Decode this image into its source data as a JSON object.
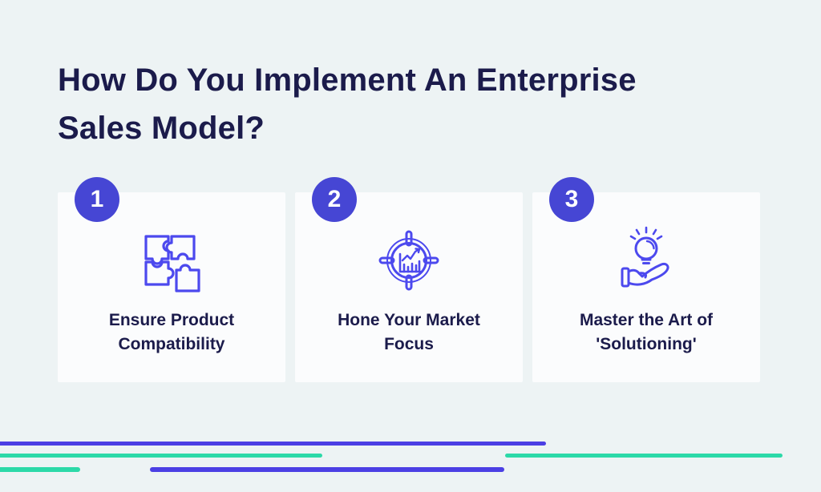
{
  "title": {
    "text": "How Do You Implement An Enterprise Sales Model?"
  },
  "steps": [
    {
      "number": "1",
      "label": "Ensure Product Compatibility",
      "icon": "puzzle-pieces-icon"
    },
    {
      "number": "2",
      "label": "Hone Your Market Focus",
      "icon": "target-chart-icon"
    },
    {
      "number": "3",
      "label": "Master the Art of 'Solutioning'",
      "icon": "hand-lightbulb-icon"
    }
  ],
  "colors": {
    "page_bg": "#edf3f4",
    "card_bg": "#fbfcfd",
    "badge_blue": "#4646d4",
    "icon_blue": "#4c49ee",
    "accent_blue": "#4b3fe4",
    "accent_teal": "#2cd9a8",
    "text_navy": "#1b1b4b"
  }
}
